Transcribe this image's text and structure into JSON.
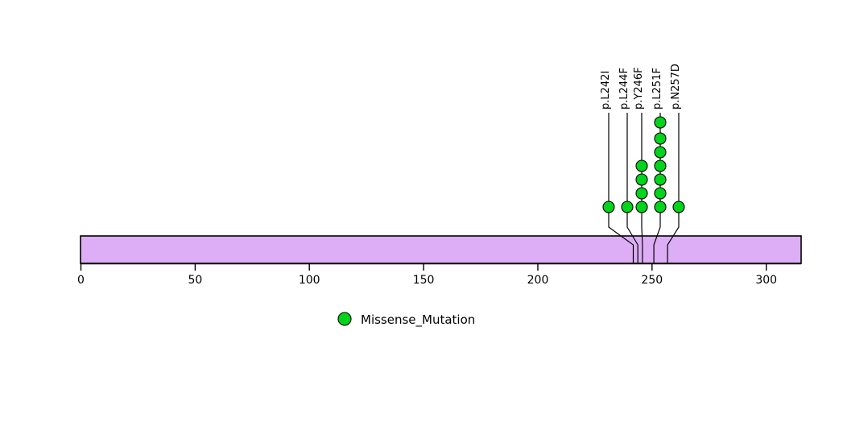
{
  "chart_data": {
    "type": "scatter",
    "title": "",
    "xlabel": "",
    "ylabel": "",
    "xlim": [
      0,
      315
    ],
    "xticks": [
      0,
      50,
      100,
      150,
      200,
      250,
      300
    ],
    "xticklabels": [
      "0",
      "50",
      "100",
      "150",
      "200",
      "250",
      "300"
    ],
    "grid": false,
    "protein_length": 315,
    "mutations": [
      {
        "label": "p.L242I",
        "position": 242,
        "count": 1,
        "type": "Missense_Mutation",
        "color": "#00D51B"
      },
      {
        "label": "p.L244F",
        "position": 244,
        "count": 1,
        "type": "Missense_Mutation",
        "color": "#00D51B"
      },
      {
        "label": "p.Y246F",
        "position": 246,
        "count": 4,
        "type": "Missense_Mutation",
        "color": "#00D51B"
      },
      {
        "label": "p.L251F",
        "position": 251,
        "count": 7,
        "type": "Missense_Mutation",
        "color": "#00D51B"
      },
      {
        "label": "p.N257D",
        "position": 257,
        "count": 1,
        "type": "Missense_Mutation",
        "color": "#00D51B"
      }
    ],
    "legend": {
      "position": "bottom",
      "entries": [
        {
          "label": "Missense_Mutation",
          "color": "#00D51B",
          "marker": "circle"
        }
      ]
    },
    "domain_track": {
      "fill": "#DDAEF5",
      "stroke": "#000000",
      "start": 0,
      "end": 315
    }
  },
  "labels": {
    "m0": "p.L242I",
    "m1": "p.L244F",
    "m2": "p.Y246F",
    "m3": "p.L251F",
    "m4": "p.N257D"
  },
  "ticks": {
    "t0": "0",
    "t1": "50",
    "t2": "100",
    "t3": "150",
    "t4": "200",
    "t5": "250",
    "t6": "300"
  },
  "legend": {
    "entry0": "Missense_Mutation"
  }
}
